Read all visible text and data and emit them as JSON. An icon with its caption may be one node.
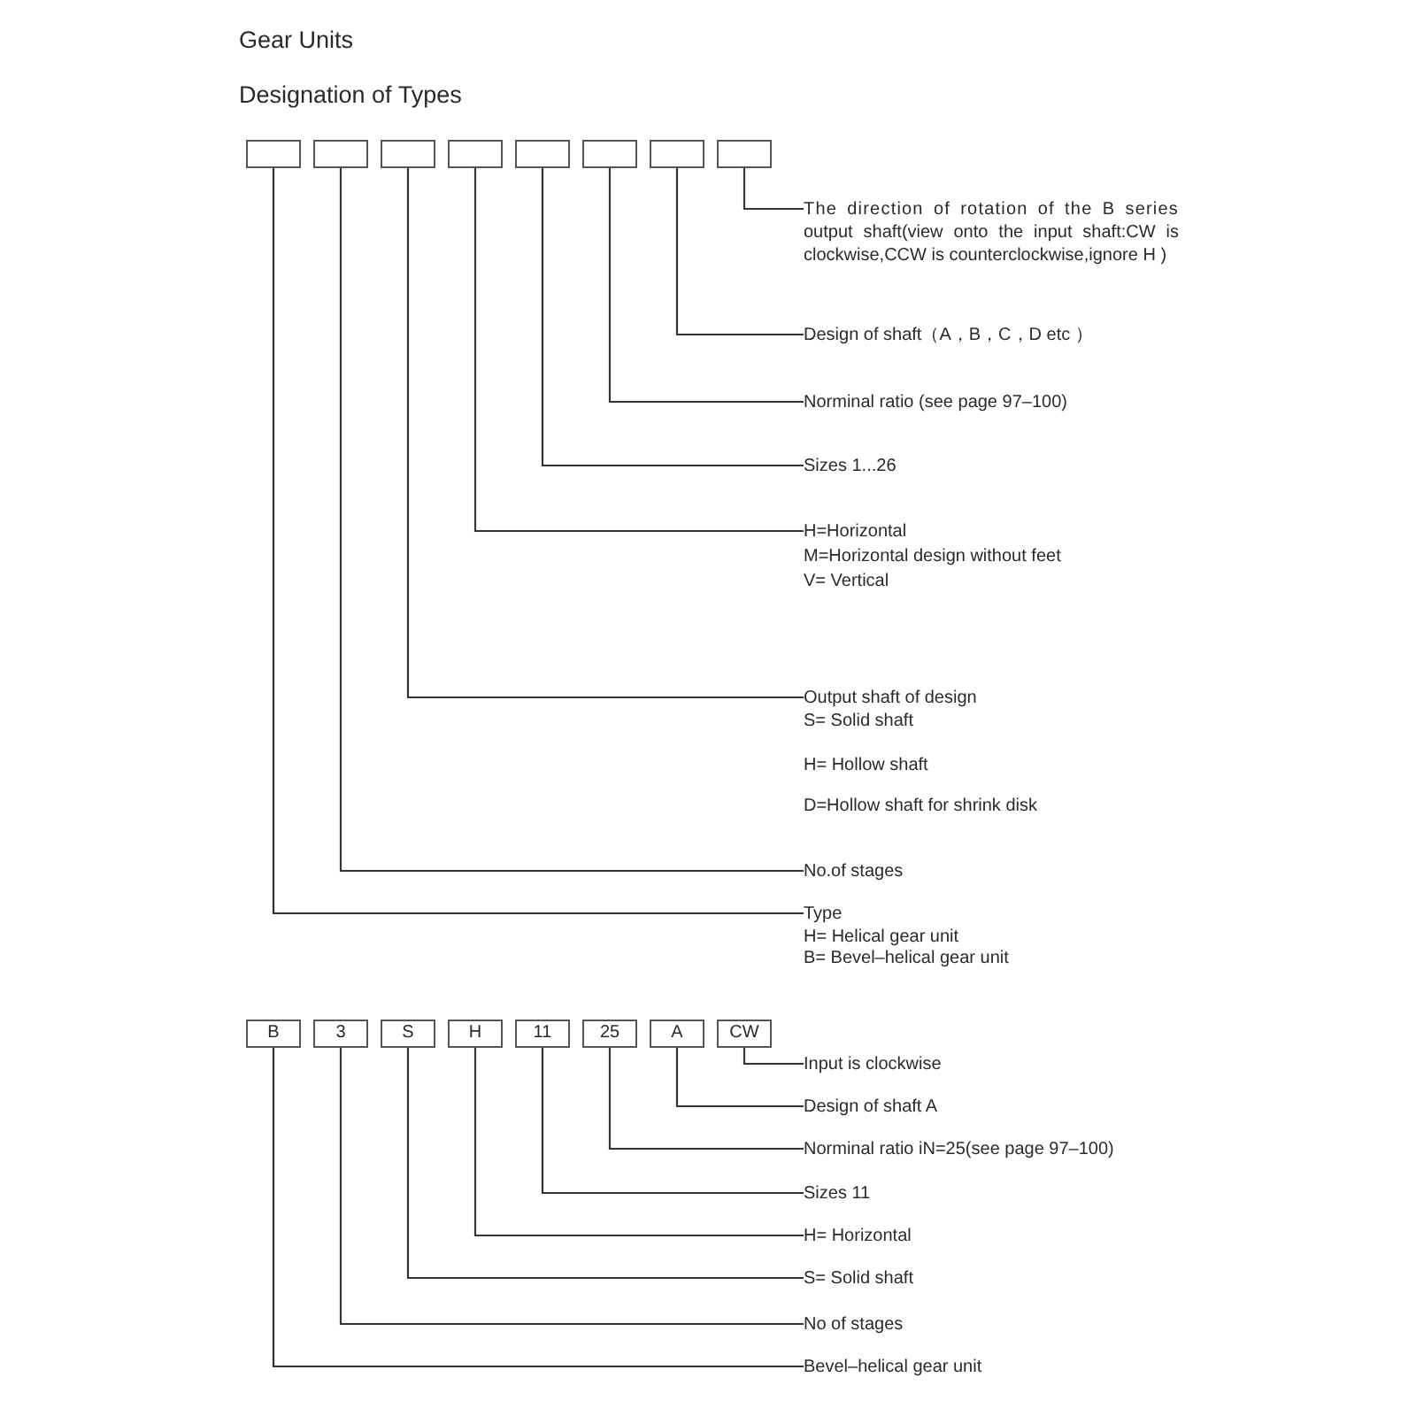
{
  "diagram": {
    "title": "Gear Units",
    "labels": [
      "Designation of Types"
    ],
    "nodes": [
      {
        "text": [],
        "shape": "box"
      },
      {
        "text": [],
        "shape": "box"
      },
      {
        "text": [],
        "shape": "box"
      },
      {
        "text": [],
        "shape": "box"
      },
      {
        "text": [],
        "shape": "box"
      },
      {
        "text": [],
        "shape": "box"
      },
      {
        "text": [],
        "shape": "box"
      },
      {
        "text": [],
        "shape": "box"
      },
      {
        "text": [
          "The direction of rotation of the B series output shaft(view onto the input shaft:CW is clockwise,CCW is counterclockwise,ignore H )"
        ]
      },
      {
        "text": [
          "Design of shaft（A，B，C，D etc ）"
        ]
      },
      {
        "text": [
          "Norminal ratio (see page 97–100)"
        ]
      },
      {
        "text": [
          "Sizes 1...26"
        ]
      },
      {
        "text": [
          "H=Horizontal",
          "M=Horizontal design without feet",
          "V= Vertical"
        ]
      },
      {
        "text": [
          "Output shaft of design",
          "S= Solid shaft",
          "H= Hollow shaft",
          "D=Hollow shaft for shrink disk"
        ]
      },
      {
        "text": [
          "No.of stages"
        ]
      },
      {
        "text": [
          "Type",
          "H= Helical gear unit",
          "B= Bevel–helical gear unit"
        ]
      },
      {
        "text": [
          "B"
        ]
      },
      {
        "text": [
          "3"
        ]
      },
      {
        "text": [
          "S"
        ]
      },
      {
        "text": [
          "H"
        ]
      },
      {
        "text": [
          "11"
        ]
      },
      {
        "text": [
          "25"
        ]
      },
      {
        "text": [
          "A"
        ]
      },
      {
        "text": [
          "CW"
        ]
      },
      {
        "text": [
          "Input is clockwise"
        ]
      },
      {
        "text": [
          "Design of shaft A"
        ]
      },
      {
        "text": [
          "Norminal ratio iN=25(see page 97–100)"
        ]
      },
      {
        "text": [
          "Sizes 11"
        ]
      },
      {
        "text": [
          "H= Horizontal"
        ]
      },
      {
        "text": [
          "S= Solid shaft"
        ]
      },
      {
        "text": [
          "No of stages"
        ]
      },
      {
        "text": [
          "Bevel–helical gear unit"
        ]
      }
    ],
    "edges": [
      {
        "from": 7,
        "to": 8,
        "arrow": "none"
      },
      {
        "from": 6,
        "to": 9,
        "arrow": "none"
      },
      {
        "from": 5,
        "to": 10,
        "arrow": "none"
      },
      {
        "from": 4,
        "to": 11,
        "arrow": "none"
      },
      {
        "from": 3,
        "to": 12,
        "arrow": "none"
      },
      {
        "from": 2,
        "to": 13,
        "arrow": "none"
      },
      {
        "from": 1,
        "to": 14,
        "arrow": "none"
      },
      {
        "from": 0,
        "to": 15,
        "arrow": "none"
      },
      {
        "from": 23,
        "to": 24,
        "arrow": "none"
      },
      {
        "from": 22,
        "to": 25,
        "arrow": "none"
      },
      {
        "from": 21,
        "to": 26,
        "arrow": "none"
      },
      {
        "from": 20,
        "to": 27,
        "arrow": "none"
      },
      {
        "from": 19,
        "to": 28,
        "arrow": "none"
      },
      {
        "from": 18,
        "to": 29,
        "arrow": "none"
      },
      {
        "from": 17,
        "to": 30,
        "arrow": "none"
      },
      {
        "from": 16,
        "to": 31,
        "arrow": "none"
      }
    ]
  }
}
